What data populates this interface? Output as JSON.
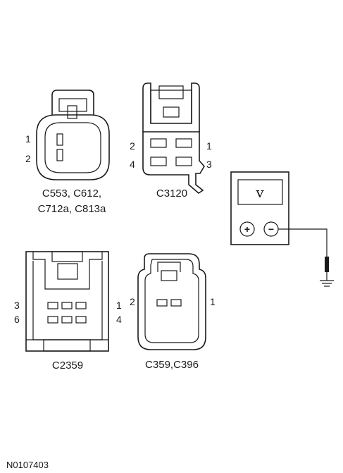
{
  "diagram_id": "N0107403",
  "connectors": [
    {
      "name": "C553, C612,\nC712a, C813a",
      "line1": "C553, C612,",
      "line2": "C712a, C813a",
      "pins": [
        "1",
        "2"
      ]
    },
    {
      "name": "C3120",
      "pins": [
        "2",
        "1",
        "4",
        "3"
      ]
    },
    {
      "name": "C2359",
      "pins": [
        "3",
        "1",
        "6",
        "4"
      ]
    },
    {
      "name": "C359,C396",
      "pins": [
        "2",
        "1"
      ]
    }
  ],
  "meter": {
    "display": "v",
    "plus": "+",
    "minus": "−"
  }
}
